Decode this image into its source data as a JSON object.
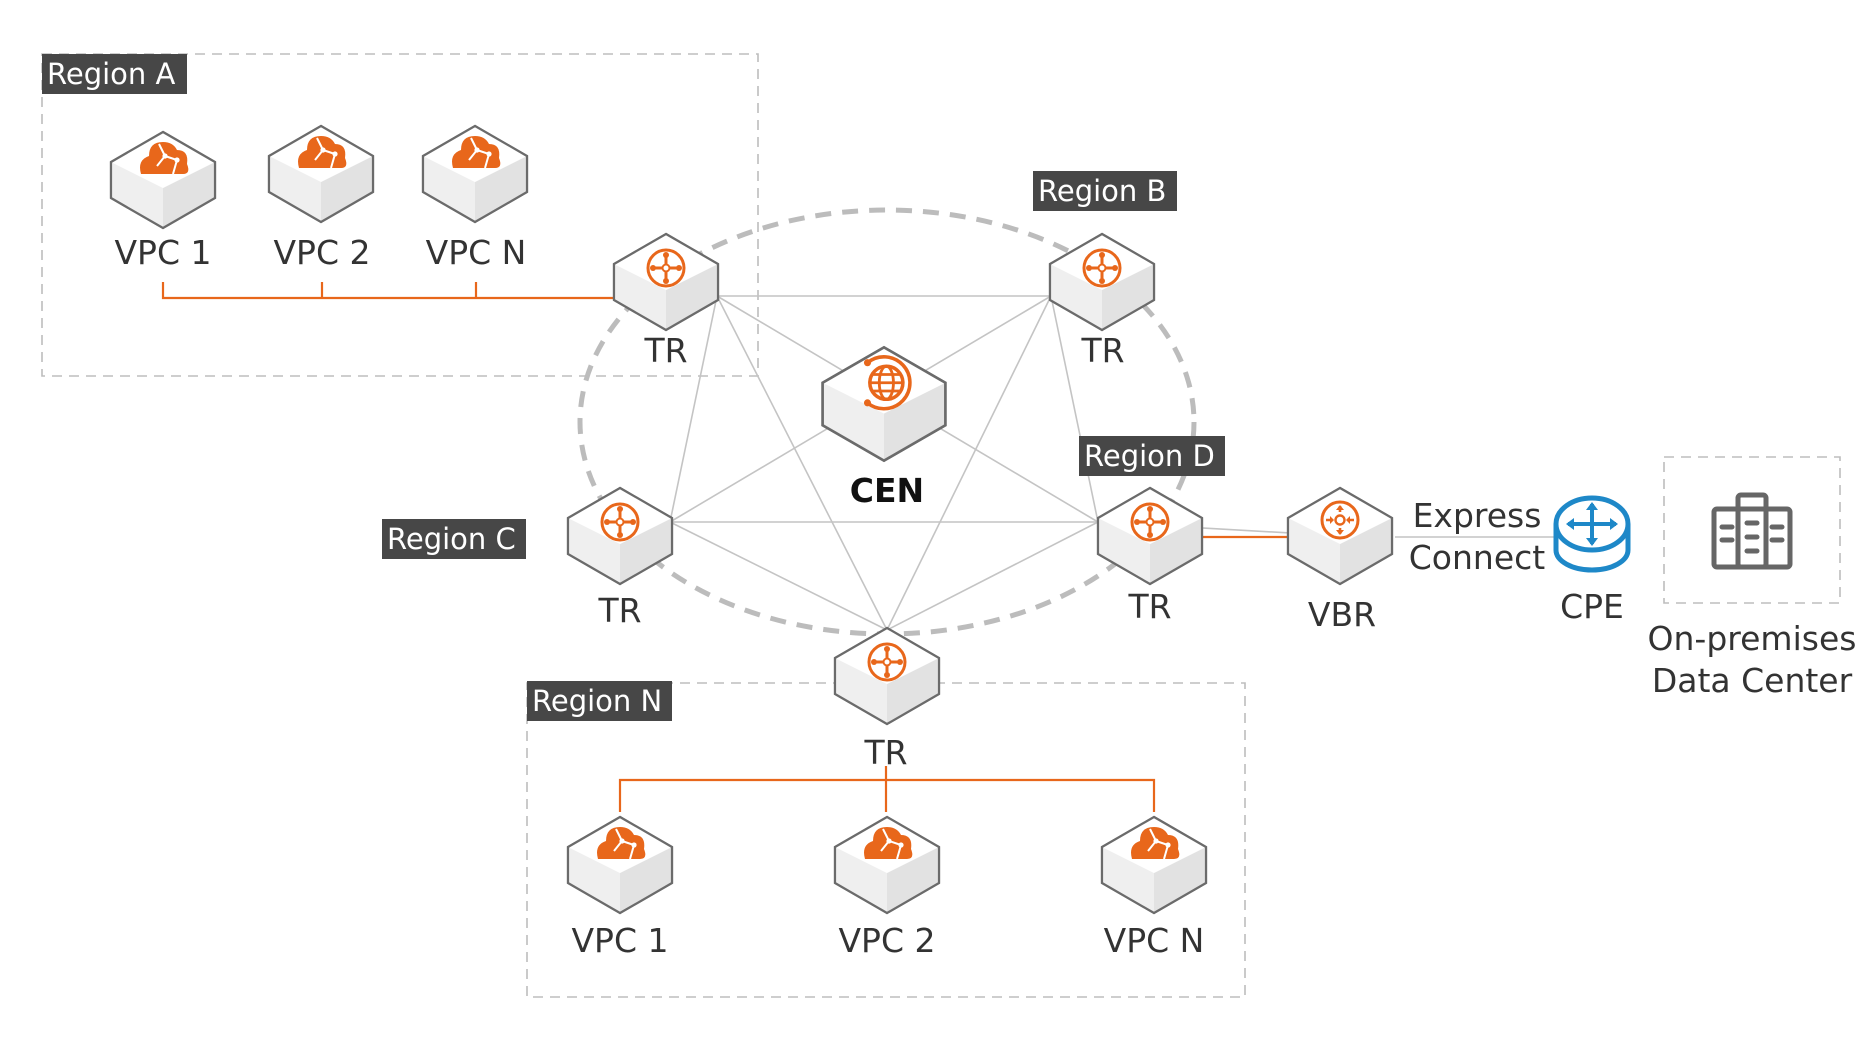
{
  "colors": {
    "accent": "#E8671B",
    "cpe": "#1E88C8",
    "region_label_bg": "#474747",
    "mesh_line": "#BDBDBD",
    "dashed": "#BDBDBD",
    "text": "#333333",
    "building": "#666666"
  },
  "regions": {
    "a": {
      "label": "Region A"
    },
    "b": {
      "label": "Region B"
    },
    "c": {
      "label": "Region C"
    },
    "d": {
      "label": "Region D"
    },
    "n": {
      "label": "Region N"
    }
  },
  "region_a_vpcs": [
    {
      "label": "VPC 1",
      "icon": "cloud-vpc-icon"
    },
    {
      "label": "VPC 2",
      "icon": "cloud-vpc-icon"
    },
    {
      "label": "VPC N",
      "icon": "cloud-vpc-icon"
    }
  ],
  "region_n_vpcs": [
    {
      "label": "VPC 1",
      "icon": "cloud-vpc-icon"
    },
    {
      "label": "VPC 2",
      "icon": "cloud-vpc-icon"
    },
    {
      "label": "VPC N",
      "icon": "cloud-vpc-icon"
    }
  ],
  "routers": {
    "a": {
      "label": "TR",
      "icon": "transit-router-icon"
    },
    "b": {
      "label": "TR",
      "icon": "transit-router-icon"
    },
    "c": {
      "label": "TR",
      "icon": "transit-router-icon"
    },
    "d": {
      "label": "TR",
      "icon": "transit-router-icon"
    },
    "n": {
      "label": "TR",
      "icon": "transit-router-icon"
    }
  },
  "cen": {
    "label": "CEN",
    "icon": "globe-sync-icon"
  },
  "vbr": {
    "label": "VBR",
    "icon": "router-arrows-icon"
  },
  "express_connect": {
    "line1": "Express",
    "line2": "Connect"
  },
  "cpe": {
    "label": "CPE",
    "icon": "cpe-router-icon"
  },
  "datacenter": {
    "line1": "On-premises",
    "line2": "Data Center",
    "icon": "building-icon"
  }
}
